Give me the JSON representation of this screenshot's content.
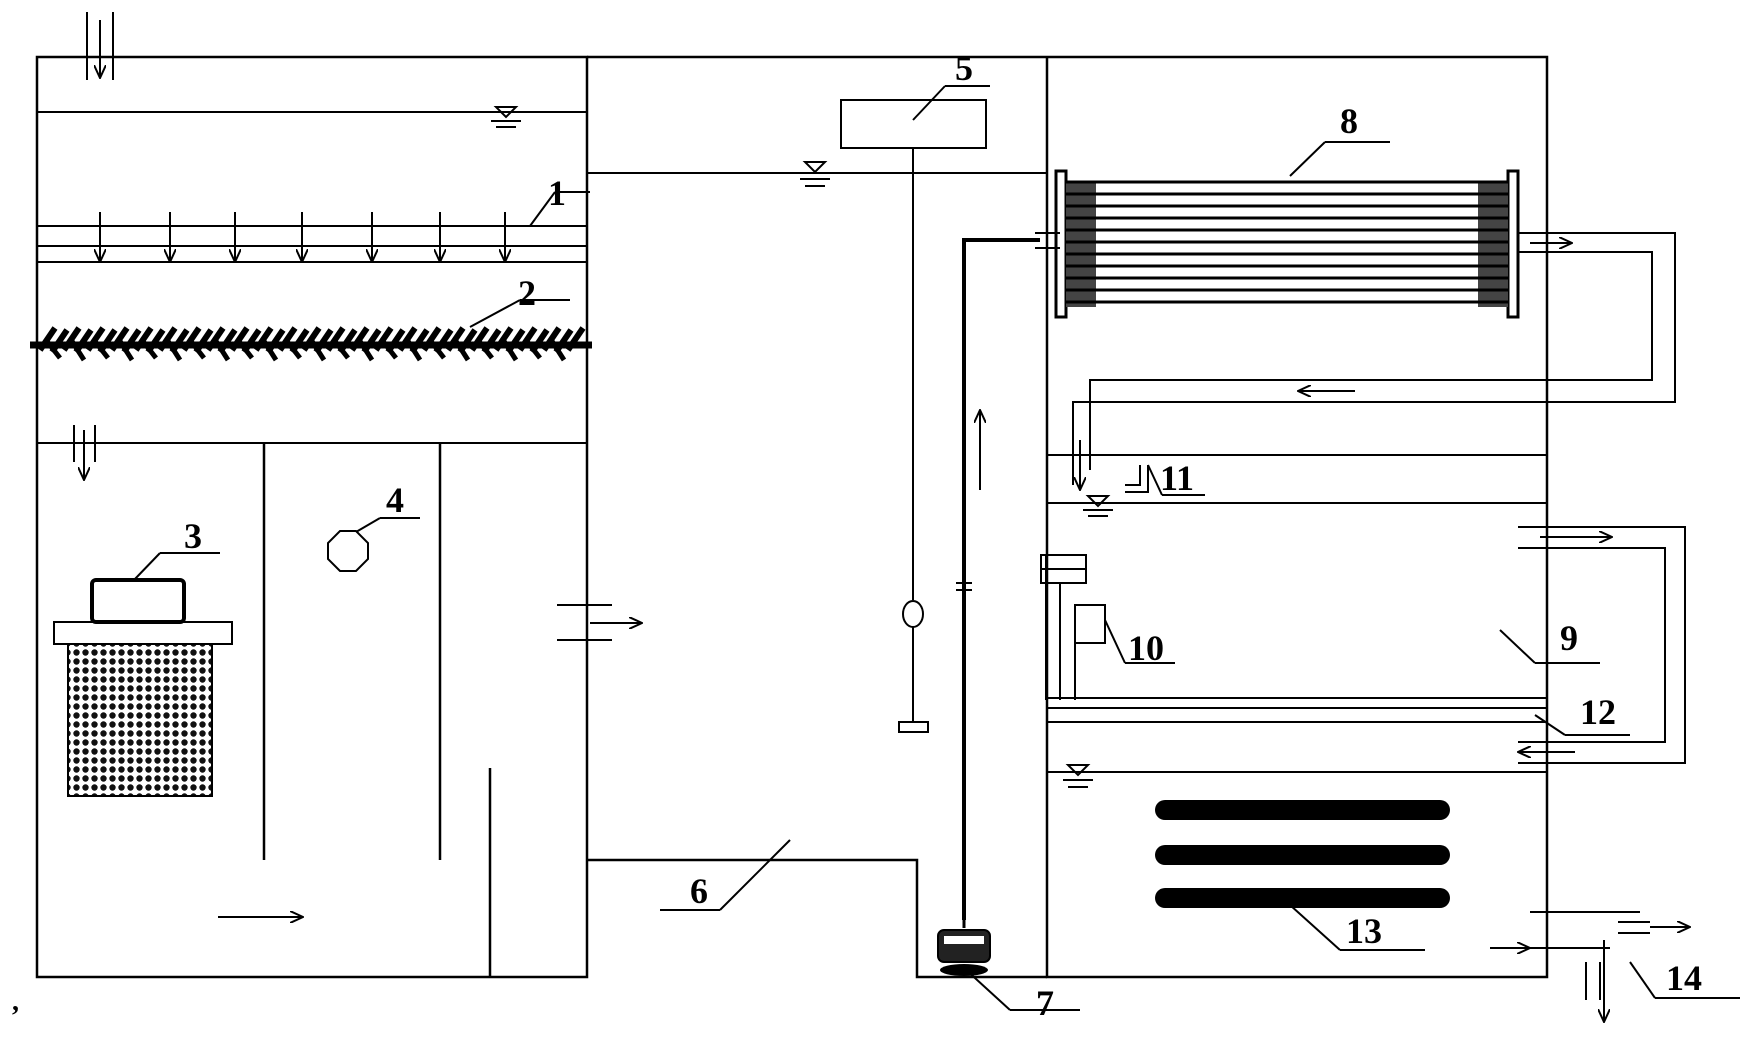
{
  "labels": {
    "l1": "1",
    "l2": "2",
    "l3": "3",
    "l4": "4",
    "l5": "5",
    "l6": "6",
    "l7": "7",
    "l8": "8",
    "l9": "9",
    "l10": "10",
    "l11": "11",
    "l12": "12",
    "l13": "13",
    "l14": "14"
  },
  "stray_mark": ",",
  "colors": {
    "line": "#000000",
    "background": "#ffffff"
  }
}
